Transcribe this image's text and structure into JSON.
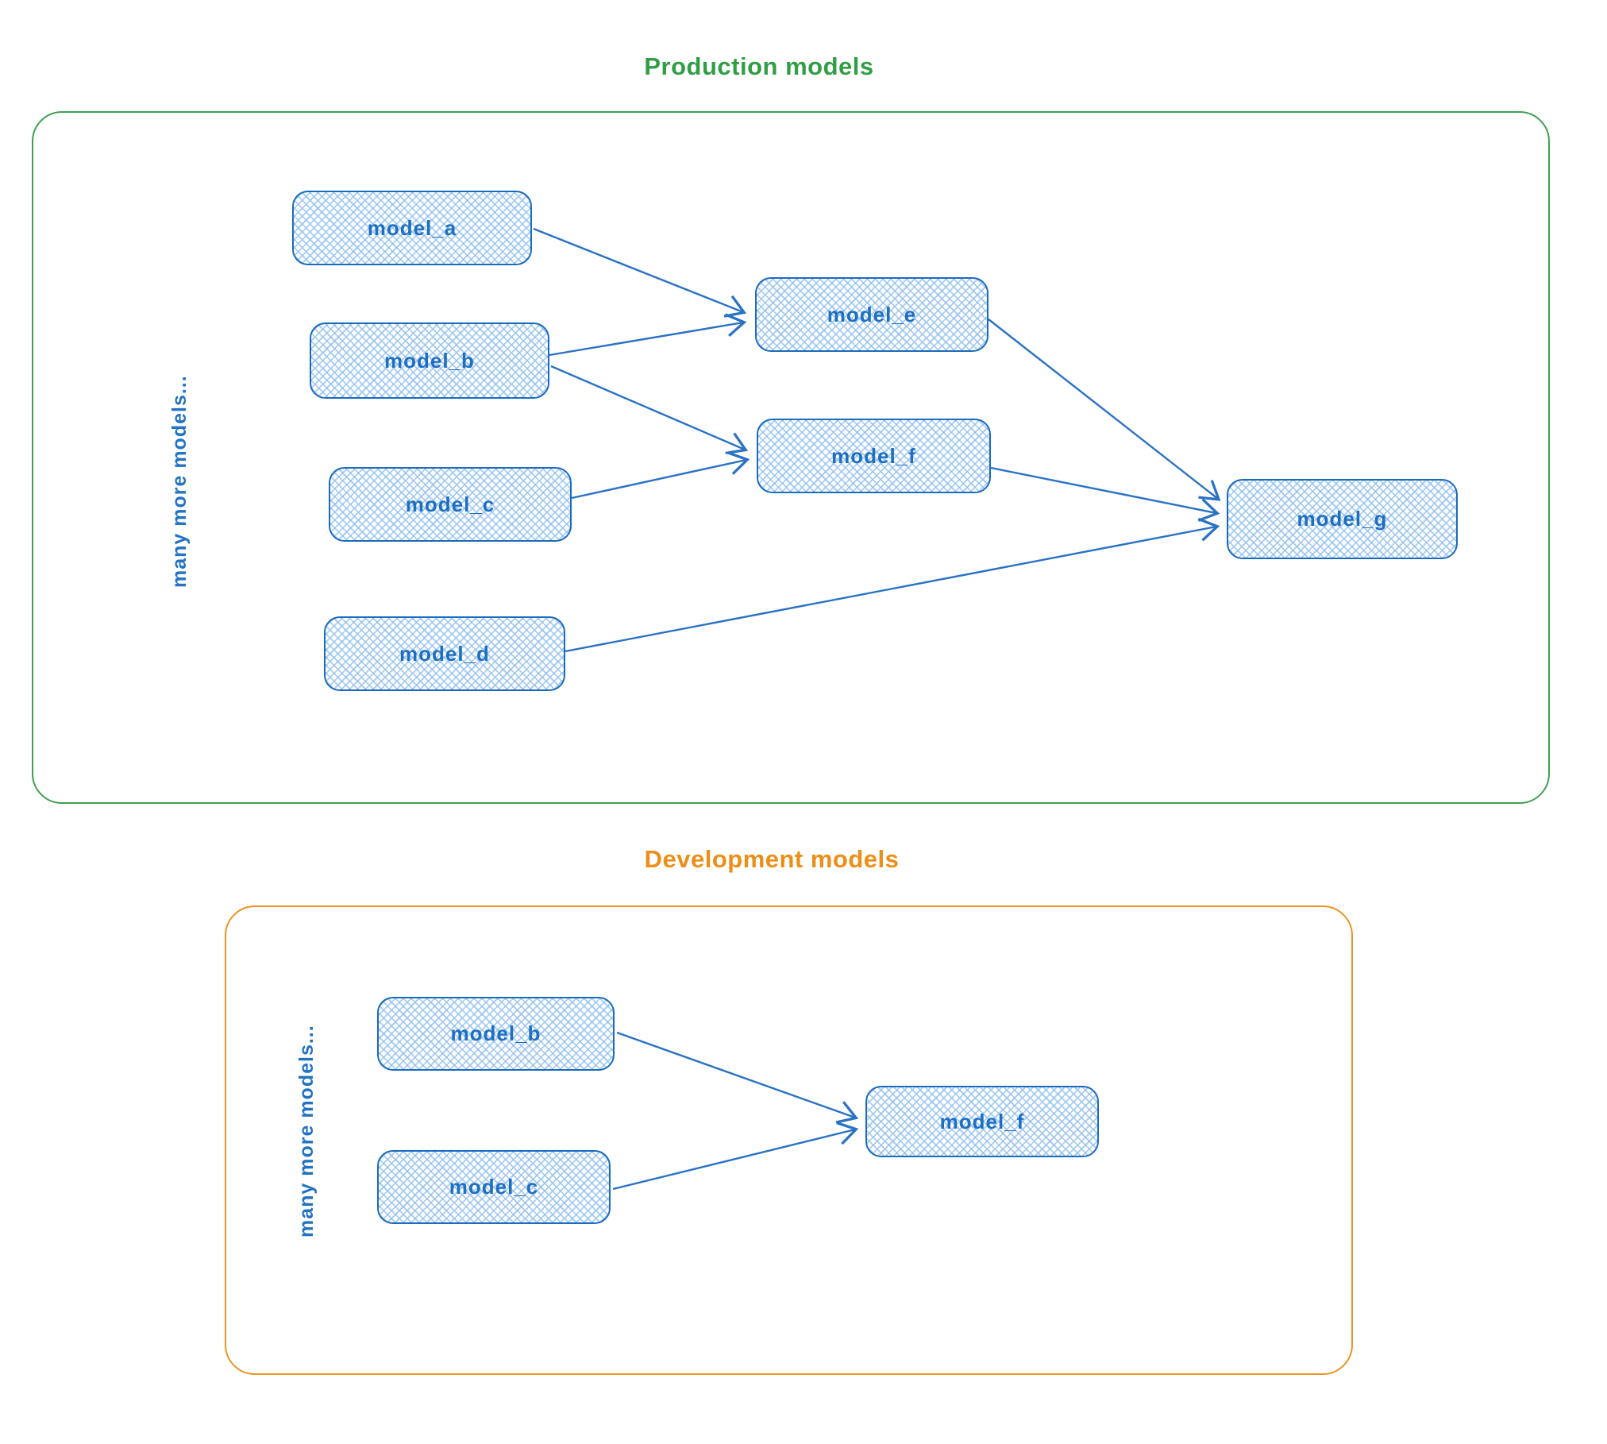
{
  "colors": {
    "blue": "#1971c2",
    "blue_fill_hatch": "#a5d8ff",
    "green": "#2f9e44",
    "orange": "#f08c00",
    "background": "#ffffff"
  },
  "production": {
    "title": "Production models",
    "side_label": "many more models...",
    "nodes": [
      {
        "id": "model_a",
        "label": "model_a"
      },
      {
        "id": "model_b",
        "label": "model_b"
      },
      {
        "id": "model_c",
        "label": "model_c"
      },
      {
        "id": "model_d",
        "label": "model_d"
      },
      {
        "id": "model_e",
        "label": "model_e"
      },
      {
        "id": "model_f",
        "label": "model_f"
      },
      {
        "id": "model_g",
        "label": "model_g"
      }
    ],
    "edges": [
      {
        "from": "model_a",
        "to": "model_e"
      },
      {
        "from": "model_b",
        "to": "model_e"
      },
      {
        "from": "model_b",
        "to": "model_f"
      },
      {
        "from": "model_c",
        "to": "model_f"
      },
      {
        "from": "model_d",
        "to": "model_g"
      },
      {
        "from": "model_e",
        "to": "model_g"
      },
      {
        "from": "model_f",
        "to": "model_g"
      }
    ]
  },
  "development": {
    "title": "Development models",
    "side_label": "many more models...",
    "nodes": [
      {
        "id": "model_b",
        "label": "model_b"
      },
      {
        "id": "model_c",
        "label": "model_c"
      },
      {
        "id": "model_f",
        "label": "model_f"
      }
    ],
    "edges": [
      {
        "from": "model_b",
        "to": "model_f"
      },
      {
        "from": "model_c",
        "to": "model_f"
      }
    ]
  }
}
